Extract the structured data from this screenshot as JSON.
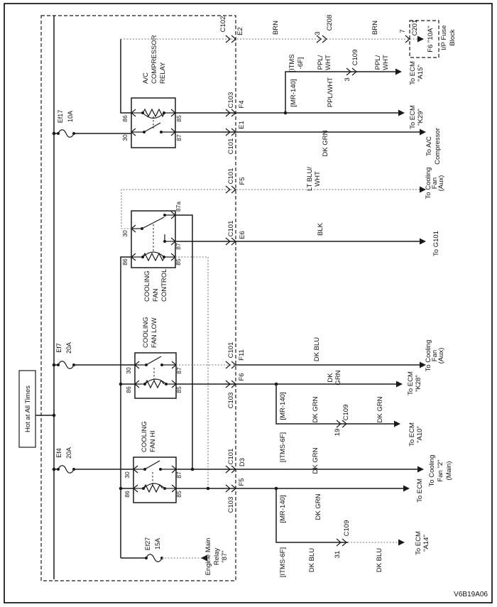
{
  "title_block": {
    "diagram_id": "V6B19A06"
  },
  "bus": {
    "label": "Hot at All Times"
  },
  "fuses": {
    "ef17": {
      "name": "Ef17",
      "rating": "10A"
    },
    "ef7": {
      "name": "Ef7",
      "rating": "20A"
    },
    "ef4": {
      "name": "Ef4",
      "rating": "20A"
    },
    "ef27": {
      "name": "Ef27",
      "rating": "15A"
    }
  },
  "relays": {
    "ac": {
      "lines": [
        "A/C",
        "COMPRESSOR",
        "RELAY"
      ]
    },
    "control": {
      "lines": [
        "COOLING",
        "FAN",
        "CONTROL"
      ]
    },
    "low": {
      "lines": [
        "COOLING",
        "FAN LOW"
      ]
    },
    "hi": {
      "lines": [
        "COOLING",
        "FAN HI"
      ]
    }
  },
  "pins": {
    "p30": "30",
    "p85": "85",
    "p86": "86",
    "p87": "87",
    "p87a": "87a"
  },
  "connectors": {
    "c101": "C101",
    "c102": "C102",
    "c103": "C103",
    "c109": "C109",
    "c201": "C201",
    "c208": "C208",
    "e1": "E1",
    "e2": "E2",
    "e6": "E6",
    "f4": "F4",
    "f5": "F5",
    "f6": "F6",
    "f11": "F11",
    "d3": "D3",
    "pin3": "3",
    "pin7": "7",
    "pin19": "19",
    "pin31": "31"
  },
  "wire_colors": {
    "brn": "BRN",
    "ppl_wht": "PPL/WHT",
    "ppl": "PPL/",
    "wht": "WHT",
    "dk_grn": "DK GRN",
    "dk": "DK",
    "grn": "GRN",
    "blk": "BLK",
    "lt_blu": "LT BLU/",
    "dk_blu": "DK BLU"
  },
  "tags": {
    "mr140": "[MR-140]",
    "itms6f": "[ITMS-6F]",
    "itms": "[ITMS",
    "m6f": "-6F]"
  },
  "destinations": {
    "ip_fuse": {
      "fuse": "F6 \"10A\"",
      "lines": [
        "I/P Fuse",
        "Block"
      ]
    },
    "ecm_a15": [
      "To ECM",
      "\"A15\""
    ],
    "ecm_k29": [
      "To ECM",
      "\"K29\""
    ],
    "ac_comp": [
      "To A/C",
      "Compressor"
    ],
    "fan_aux": [
      "To Cooling",
      "Fan",
      "(Aux)"
    ],
    "g101": "To G101",
    "ecm_k28": [
      "To ECM",
      "\"K28\""
    ],
    "ecm_a10": [
      "To ECM",
      "\"A10\""
    ],
    "fan_main": [
      "To Cooling",
      "Fan \"2\"",
      "(Main)"
    ],
    "ecm": "To ECM",
    "ecm_a14": [
      "To ECM",
      "\"A14\""
    ],
    "engine_main": [
      "Engine Main",
      "Relay",
      "\"87\""
    ]
  }
}
